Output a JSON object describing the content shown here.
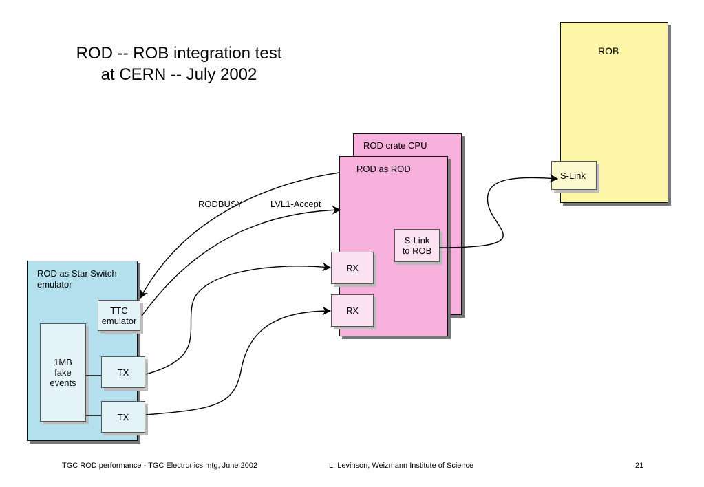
{
  "title": {
    "line1": "ROD -- ROB integration test",
    "line2": "at CERN -- July 2002"
  },
  "rob": {
    "label": "ROB",
    "slink_label": "S-Link"
  },
  "rod_crate_cpu": {
    "label": "ROD crate CPU"
  },
  "rod_as_rod": {
    "label": "ROD as ROD",
    "slink_line1": "S-Link",
    "slink_line2": "to ROB",
    "rx1_label": "RX",
    "rx2_label": "RX"
  },
  "star_switch": {
    "label_line1": "ROD as Star Switch",
    "label_line2": "emulator",
    "ttc_line1": "TTC",
    "ttc_line2": "emulator",
    "events_line1": "1MB",
    "events_line2": "fake",
    "events_line3": "events",
    "tx1_label": "TX",
    "tx2_label": "TX"
  },
  "signals": {
    "rodbusy": "RODBUSY",
    "lvl1_accept": "LVL1-Accept"
  },
  "footer": {
    "left": "TGC ROD performance - TGC Electronics  mtg, June 2002",
    "center": "L. Levinson, Weizmann Institute of Science",
    "page": "21"
  },
  "colors": {
    "rob_fill": "#fcf5a8",
    "rod_fill": "#f7b1dc",
    "star_fill": "#b4dfec",
    "inner_fill": "#ffffff"
  }
}
